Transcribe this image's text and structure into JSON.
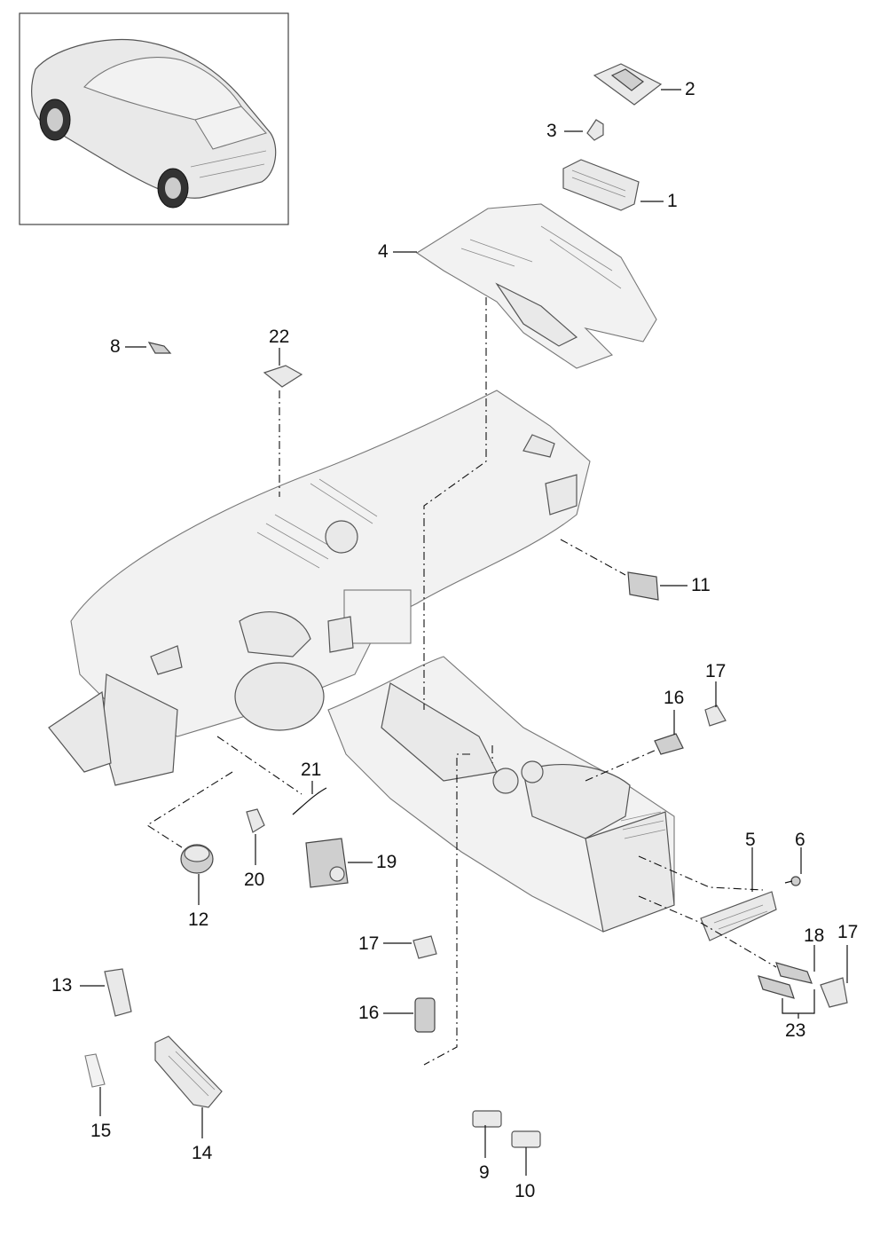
{
  "callouts": [
    {
      "id": "c1",
      "label": "1"
    },
    {
      "id": "c2",
      "label": "2"
    },
    {
      "id": "c3",
      "label": "3"
    },
    {
      "id": "c4",
      "label": "4"
    },
    {
      "id": "c5",
      "label": "5"
    },
    {
      "id": "c6",
      "label": "6"
    },
    {
      "id": "c8",
      "label": "8"
    },
    {
      "id": "c9",
      "label": "9"
    },
    {
      "id": "c10",
      "label": "10"
    },
    {
      "id": "c11",
      "label": "11"
    },
    {
      "id": "c12",
      "label": "12"
    },
    {
      "id": "c13",
      "label": "13"
    },
    {
      "id": "c14",
      "label": "14"
    },
    {
      "id": "c15",
      "label": "15"
    },
    {
      "id": "c16a",
      "label": "16"
    },
    {
      "id": "c16b",
      "label": "16"
    },
    {
      "id": "c17a",
      "label": "17"
    },
    {
      "id": "c17b",
      "label": "17"
    },
    {
      "id": "c17c",
      "label": "17"
    },
    {
      "id": "c18",
      "label": "18"
    },
    {
      "id": "c19",
      "label": "19"
    },
    {
      "id": "c20",
      "label": "20"
    },
    {
      "id": "c21",
      "label": "21"
    },
    {
      "id": "c22",
      "label": "22"
    },
    {
      "id": "c23",
      "label": "23"
    }
  ],
  "colors": {
    "line": "#111111",
    "part_fill": "#e9e9e9",
    "part_stroke": "#555555",
    "frame": "#444444"
  }
}
